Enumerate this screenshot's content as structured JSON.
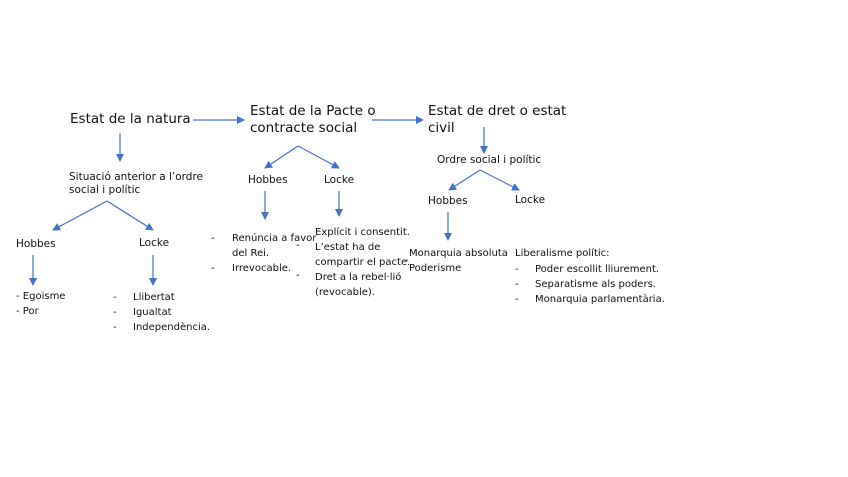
{
  "stages": {
    "nature": "Estat de la natura",
    "pact_line1": "Estat de la Pacte o",
    "pact_line2": "contracte social",
    "civil_line1": "Estat de dret o estat",
    "civil_line2": "civil"
  },
  "nature": {
    "situation_line1": "Situació anterior a l’ordre",
    "situation_line2": "social i polític",
    "hobbes": "Hobbes",
    "locke": "Locke",
    "hobbes_items": [
      "Egoisme",
      "Por"
    ],
    "locke_items": [
      "Llibertat",
      "Igualtat",
      "Independència."
    ]
  },
  "pact": {
    "hobbes": "Hobbes",
    "locke": "Locke",
    "hobbes_item1_line1": "Renúncia a favor",
    "hobbes_item1_line2": "del Rei.",
    "hobbes_item2": "Irrevocable.",
    "locke_item1": "Explícit i consentit.",
    "locke_item2_line1": "L’estat ha de",
    "locke_item2_line2": "compartir el pacte.",
    "locke_item3_line1": "Dret a la rebel·lió",
    "locke_item3_line2": "(revocable)."
  },
  "civil": {
    "order": "Ordre social i polític",
    "hobbes": "Hobbes",
    "locke": "Locke",
    "hobbes_items": [
      "Monarquia absoluta",
      "Poderisme"
    ],
    "locke_heading": "Liberalisme polític:",
    "locke_items": [
      "Poder escollit lliurement.",
      "Separatisme als poders.",
      "Monarquia parlamentària."
    ]
  },
  "bullet_marker": "-",
  "colors": {
    "arrow": "#4472C4",
    "text": "#111111"
  }
}
